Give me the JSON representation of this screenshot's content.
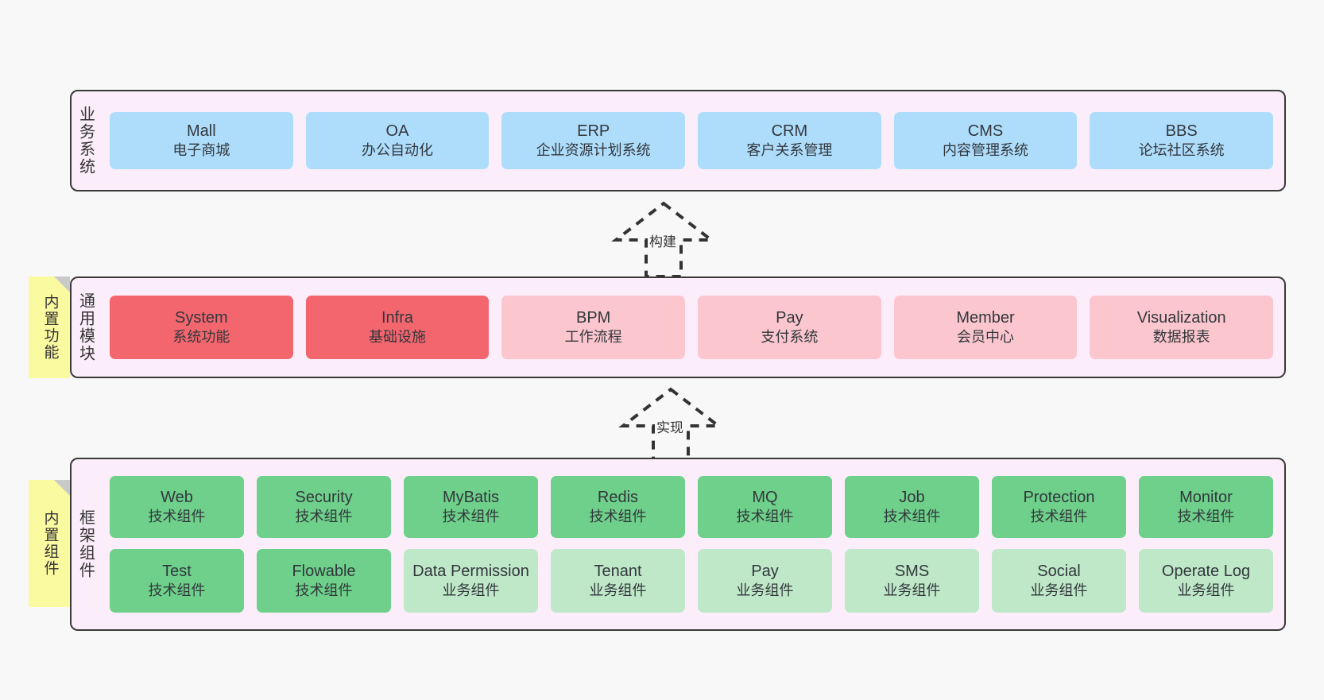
{
  "diagram": {
    "title_alt": "",
    "background": "#f8f8f8",
    "layers": [
      {
        "id": "business",
        "title": "业务系统",
        "style": "blue",
        "rows": [
          [
            {
              "en": "Mall",
              "cn": "电子商城",
              "color": "blue"
            },
            {
              "en": "OA",
              "cn": "办公自动化",
              "color": "blue"
            },
            {
              "en": "ERP",
              "cn": "企业资源计划系统",
              "color": "blue"
            },
            {
              "en": "CRM",
              "cn": "客户关系管理",
              "color": "blue"
            },
            {
              "en": "CMS",
              "cn": "内容管理系统",
              "color": "blue"
            },
            {
              "en": "BBS",
              "cn": "论坛社区系统",
              "color": "blue"
            }
          ]
        ]
      },
      {
        "id": "common",
        "title": "通用模块",
        "note": "内置功能",
        "rows": [
          [
            {
              "en": "System",
              "cn": "系统功能",
              "color": "red"
            },
            {
              "en": "Infra",
              "cn": "基础设施",
              "color": "red"
            },
            {
              "en": "BPM",
              "cn": "工作流程",
              "color": "pink"
            },
            {
              "en": "Pay",
              "cn": "支付系统",
              "color": "pink"
            },
            {
              "en": "Member",
              "cn": "会员中心",
              "color": "pink"
            },
            {
              "en": "Visualization",
              "cn": "数据报表",
              "color": "pink"
            }
          ]
        ]
      },
      {
        "id": "framework",
        "title": "框架组件",
        "note": "内置组件",
        "rows": [
          [
            {
              "en": "Web",
              "cn": "技术组件",
              "color": "green"
            },
            {
              "en": "Security",
              "cn": "技术组件",
              "color": "green"
            },
            {
              "en": "MyBatis",
              "cn": "技术组件",
              "color": "green"
            },
            {
              "en": "Redis",
              "cn": "技术组件",
              "color": "green"
            },
            {
              "en": "MQ",
              "cn": "技术组件",
              "color": "green"
            },
            {
              "en": "Job",
              "cn": "技术组件",
              "color": "green"
            },
            {
              "en": "Protection",
              "cn": "技术组件",
              "color": "green"
            },
            {
              "en": "Monitor",
              "cn": "技术组件",
              "color": "green"
            }
          ],
          [
            {
              "en": "Test",
              "cn": "技术组件",
              "color": "green"
            },
            {
              "en": "Flowable",
              "cn": "技术组件",
              "color": "green"
            },
            {
              "en": "Data Permission",
              "cn": "业务组件",
              "color": "lightgreen"
            },
            {
              "en": "Tenant",
              "cn": "业务组件",
              "color": "lightgreen"
            },
            {
              "en": "Pay",
              "cn": "业务组件",
              "color": "lightgreen"
            },
            {
              "en": "SMS",
              "cn": "业务组件",
              "color": "lightgreen"
            },
            {
              "en": "Social",
              "cn": "业务组件",
              "color": "lightgreen"
            },
            {
              "en": "Operate Log",
              "cn": "业务组件",
              "color": "lightgreen"
            }
          ]
        ]
      }
    ],
    "connectors": [
      {
        "id": "build",
        "label": "构建",
        "direction": "up",
        "style": "dashed-hollow-arrow"
      },
      {
        "id": "impl",
        "label": "实现",
        "direction": "up",
        "style": "dashed-hollow-arrow"
      }
    ],
    "colors": {
      "blue": "#aeddfb",
      "red": "#f4666e",
      "pink": "#fbc6ce",
      "green": "#6ed08a",
      "lightgreen": "#bfe8c9",
      "layer_bg": "#fbeefa",
      "layer_border": "#3a3a3a",
      "note_bg": "#fafaa0",
      "note_fold": "#c9c9c9",
      "text": "#32373c"
    }
  }
}
